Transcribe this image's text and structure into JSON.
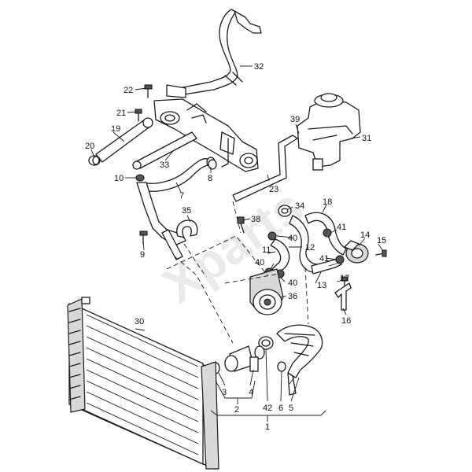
{
  "watermark": "Xparts",
  "callouts": {
    "c1": "1",
    "c2": "2",
    "c3": "3",
    "c4": "4",
    "c5": "5",
    "c6": "6",
    "c7": "7",
    "c8": "8",
    "c9": "9",
    "c10": "10",
    "c11": "11",
    "c12": "12",
    "c13": "13",
    "c14": "14",
    "c15": "15",
    "c16": "16",
    "c17": "17",
    "c18": "18",
    "c19": "19",
    "c20": "20",
    "c21": "21",
    "c22": "22",
    "c23": "23",
    "c30": "30",
    "c31": "31",
    "c32": "32",
    "c33": "33",
    "c34": "34",
    "c35": "35",
    "c36": "36",
    "c38": "38",
    "c39": "39",
    "c40a": "40",
    "c40b": "40",
    "c40c": "40",
    "c41a": "41",
    "c41b": "41",
    "c42": "42"
  }
}
